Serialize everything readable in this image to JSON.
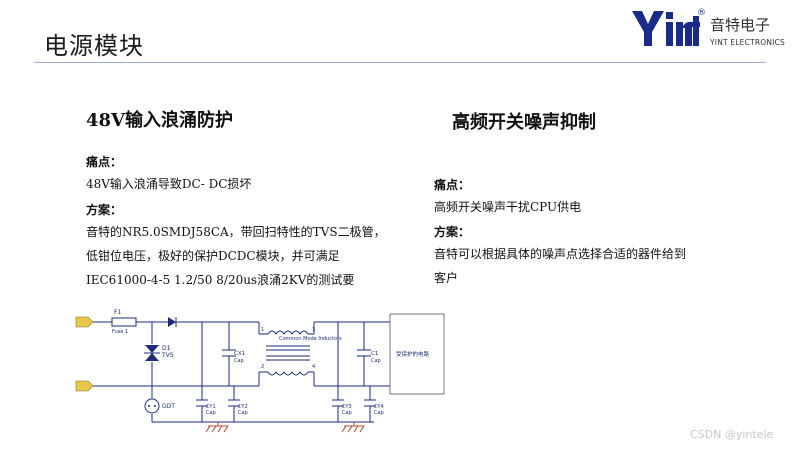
{
  "header": {
    "title": "电源模块",
    "logo": {
      "mark_text": "Yint",
      "registered": "®",
      "cn_name": "音特电子",
      "en_name": "YINT ELECTRONICS"
    }
  },
  "left": {
    "heading": "48V输入浪涌防护",
    "pain_label": "痛点：",
    "pain_text": "48V输入浪涌导致DC- DC损坏",
    "plan_label": "方案：",
    "plan_lines": [
      "音特的NR5.0SMDJ58CA，带回扫特性的TVS二极管，",
      "低钳位电压，极好的保护DCDC模块，并可满足",
      "IEC61000-4-5 1.2/50 8/20us浪涌2KV的测试要"
    ]
  },
  "right": {
    "heading": "高频开关噪声抑制",
    "pain_label": "痛点：",
    "pain_text": "高频开关噪声干扰CPU供电",
    "plan_label": "方案：",
    "plan_lines": [
      "音特可以根据具体的噪声点选择合适的器件给到",
      "客户"
    ]
  },
  "diagram": {
    "fuse_ref": "F1",
    "fuse_name": "Fuse 1",
    "tvs_ref": "D1",
    "tvs_name": "TVS",
    "gdt_name": "GDT",
    "cmc_name": "Common Mode Inductors",
    "cx1_ref": "CX1",
    "cx1_name": "Cap",
    "c1_ref": "C1",
    "c1_name": "Cap",
    "cy1_ref": "CY1",
    "cy1_name": "Cap",
    "cy2_ref": "CY2",
    "cy2_name": "Cap",
    "cy3_ref": "CY3",
    "cy3_name": "Cap",
    "cy4_ref": "CY4",
    "cy4_name": "Cap",
    "pin1": "1",
    "pin2": "2",
    "pin3": "3",
    "pin4": "4",
    "load_label": "受保护的电路",
    "colors": {
      "wire": "#1d2b7a",
      "terminal": "#e8c84a",
      "ground": "#b0472b"
    }
  },
  "watermark": "CSDN @yintele"
}
